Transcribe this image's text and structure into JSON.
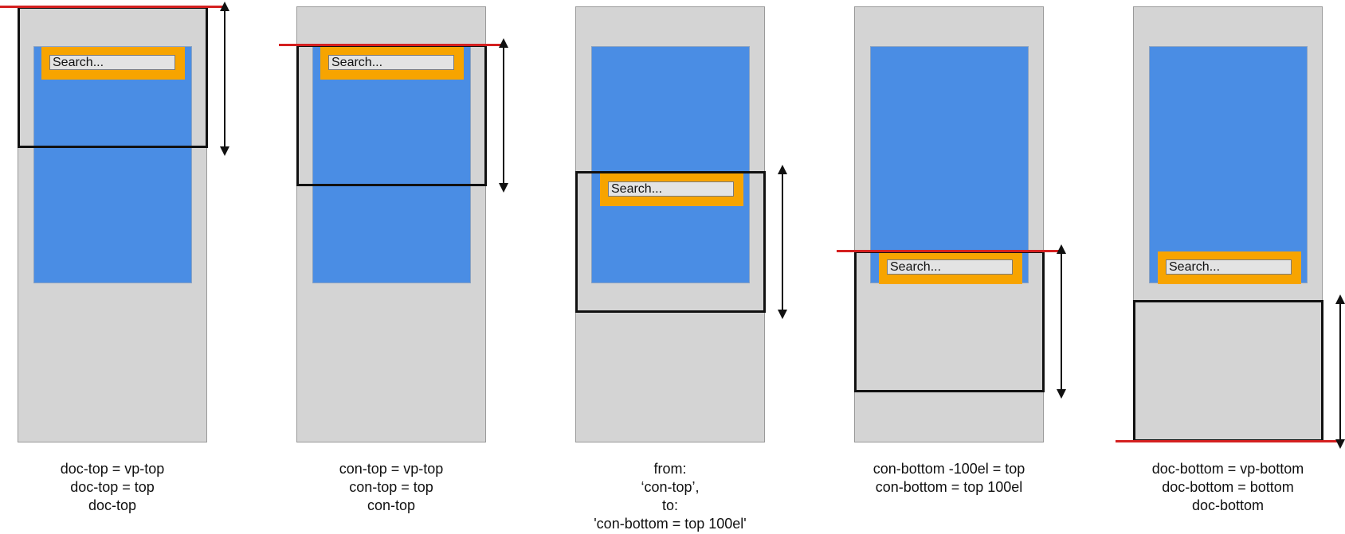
{
  "search_placeholder": "Search...",
  "colors": {
    "document": "#d4d4d4",
    "container": "#4a8de4",
    "element": "#f7a400",
    "reference_line": "#d42020",
    "viewport_frame": "#111111"
  },
  "panels": [
    {
      "caption": [
        "doc-top = vp-top",
        "doc-top = top",
        "doc-top"
      ]
    },
    {
      "caption": [
        "con-top = vp-top",
        "con-top = top",
        "con-top"
      ]
    },
    {
      "caption": [
        "from:",
        "‘con-top’,",
        "to:",
        "'con-bottom = top 100el'"
      ]
    },
    {
      "caption": [
        "con-bottom -100el = top",
        "con-bottom = top 100el"
      ]
    },
    {
      "caption": [
        "doc-bottom = vp-bottom",
        "doc-bottom = bottom",
        "doc-bottom"
      ]
    }
  ]
}
